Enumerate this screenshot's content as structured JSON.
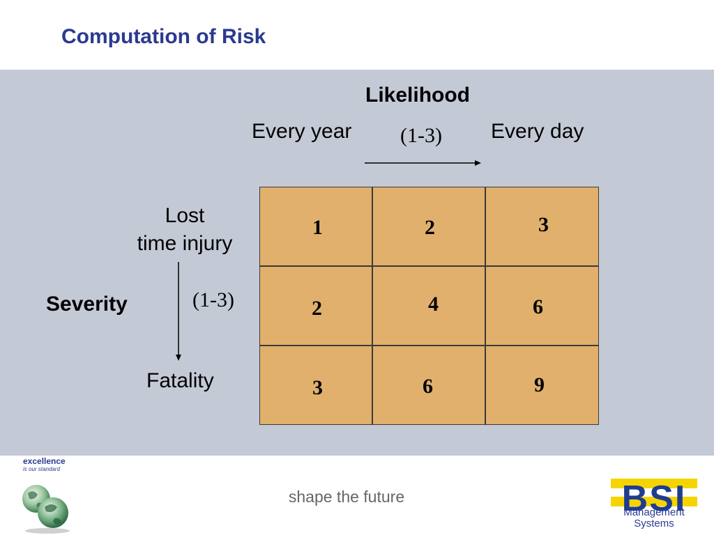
{
  "slide": {
    "title": "Computation of Risk",
    "footer": "shape the future"
  },
  "likelihood": {
    "label": "Likelihood",
    "low": "Every year",
    "range": "(1-3)",
    "high": "Every day"
  },
  "severity": {
    "label": "Severity",
    "low_line1": "Lost",
    "low_line2": "time injury",
    "range": "(1-3)",
    "high": "Fatality"
  },
  "matrix": {
    "rows": [
      [
        "1",
        "2",
        "3"
      ],
      [
        "2",
        "4",
        "6"
      ],
      [
        "3",
        "6",
        "9"
      ]
    ]
  },
  "branding": {
    "excellence_line1": "excellence",
    "excellence_line2": "is our standard",
    "bsi_logo": "BSI",
    "bsi_line1": "Management",
    "bsi_line2": "Systems",
    "colors": {
      "title_blue": "#2b3a8f",
      "bsi_yellow": "#f5d400",
      "panel_gray": "#c4c9d6",
      "cell_orange": "#e0b06c"
    }
  }
}
